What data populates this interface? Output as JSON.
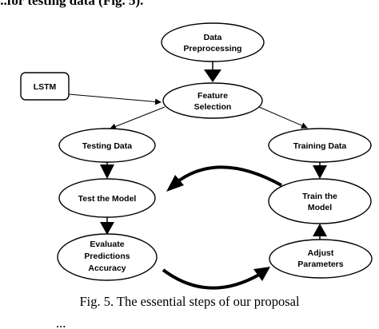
{
  "header_fragment": "...for testing data (Fig. 5).",
  "nodes": {
    "data_preprocessing": [
      "Data",
      "Preprocessing"
    ],
    "feature_selection": [
      "Feature",
      "Selection"
    ],
    "lstm": [
      "LSTM"
    ],
    "testing_data": [
      "Testing Data"
    ],
    "training_data": [
      "Training Data"
    ],
    "test_model": [
      "Test the Model"
    ],
    "train_model": [
      "Train the",
      "Model"
    ],
    "evaluate": [
      "Evaluate",
      "Predictions",
      "Accuracy"
    ],
    "adjust": [
      "Adjust",
      "Parameters"
    ]
  },
  "caption": "Fig. 5. The essential steps of our proposal",
  "footer_fragment": "..."
}
